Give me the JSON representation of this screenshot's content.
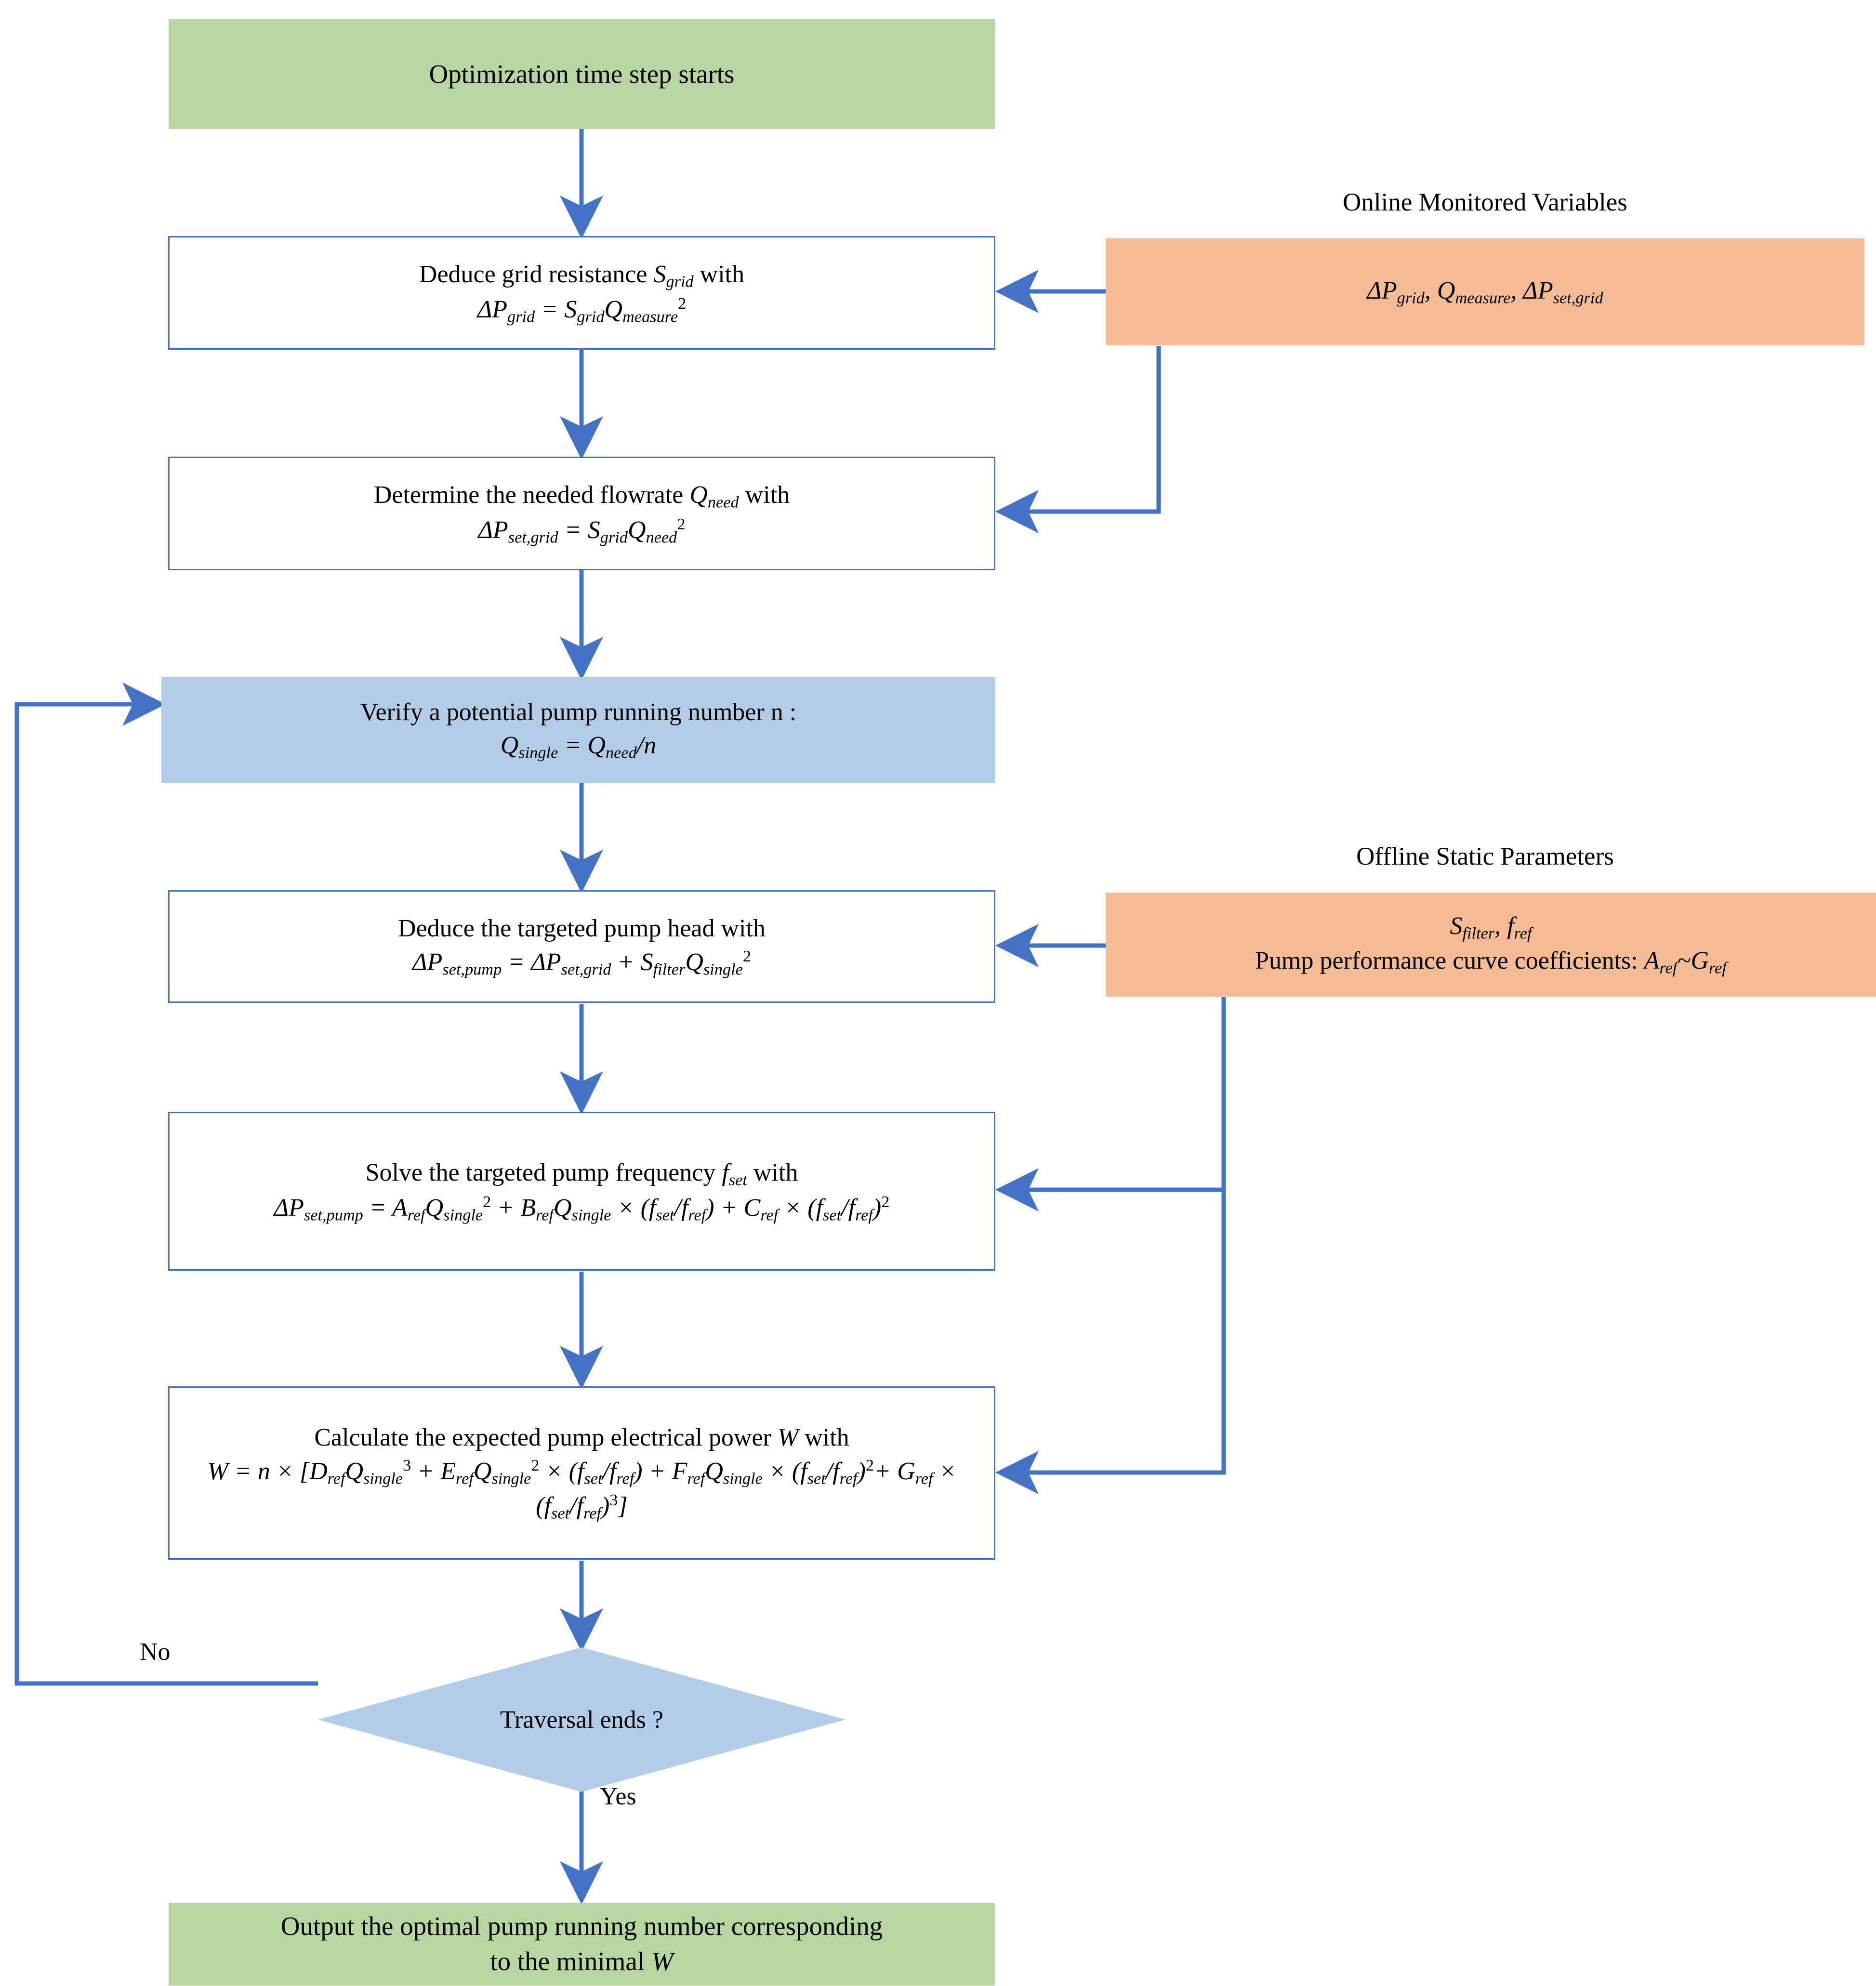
{
  "diagram": {
    "type": "flowchart",
    "title": "Pump running number optimization flowchart",
    "colors": {
      "start_end_fill": "#B7D6A2",
      "process_fill": "#FFFFFF",
      "process_border": "#4472C4",
      "loop_fill": "#B3CDE8",
      "data_fill": "#F4BC95",
      "decision_fill": "#B3CDE8",
      "connector": "#4472C4",
      "text": "#000000"
    },
    "nodes": {
      "start": {
        "id": "start",
        "shape": "terminator",
        "label": "Optimization time step starts"
      },
      "deduce_grid_resistance": {
        "id": "deduce-grid-resistance",
        "shape": "process",
        "line1_pre": "Deduce grid resistance ",
        "line1_sym": "S",
        "line1_sub": "grid",
        "line1_post": " with",
        "formula": "ΔP_grid = S_grid Q_measure^2"
      },
      "determine_flowrate": {
        "id": "determine-needed-flowrate",
        "shape": "process",
        "line1_pre": "Determine the needed flowrate ",
        "line1_sym": "Q",
        "line1_sub": "need",
        "line1_post": " with",
        "formula": "ΔP_set,grid = S_grid Q_need^2"
      },
      "verify_pump_number": {
        "id": "verify-pump-running-number",
        "shape": "process-loop",
        "line1": "Verify a potential pump running number n :",
        "formula": "Q_single = Q_need / n"
      },
      "deduce_pump_head": {
        "id": "deduce-targeted-pump-head",
        "shape": "process",
        "line1": "Deduce the targeted pump head with",
        "formula": "ΔP_set,pump = ΔP_set,grid + S_filter Q_single^2"
      },
      "solve_pump_frequency": {
        "id": "solve-targeted-pump-frequency",
        "shape": "process",
        "line1_pre": "Solve the targeted pump frequency ",
        "line1_sym": "f",
        "line1_sub": "set",
        "line1_post": " with",
        "formula": "ΔP_set,pump = A_ref Q_single^2 + B_ref Q_single × (f_set/f_ref) + C_ref × (f_set/f_ref)^2"
      },
      "calculate_power": {
        "id": "calculate-expected-pump-power",
        "shape": "process",
        "line1_pre": "Calculate the expected pump electrical power ",
        "line1_sym": "W",
        "line1_post": " with",
        "formula": "W = n × [D_ref Q_single^3 + E_ref Q_single^2 × (f_set/f_ref) + F_ref Q_single × (f_set/f_ref)^2 + G_ref × (f_set/f_ref)^3]"
      },
      "traversal_decision": {
        "id": "traversal-ends-decision",
        "shape": "decision",
        "label": "Traversal ends ?"
      },
      "output": {
        "id": "output-optimal-pump-number",
        "shape": "terminator",
        "line1": "Output the optimal pump running number corresponding",
        "line2_pre": "to the minimal ",
        "line2_sym": "W"
      },
      "online_vars": {
        "id": "online-monitored-variables",
        "shape": "data",
        "caption": "Online Monitored Variables",
        "content": "ΔP_grid, Q_measure, ΔP_set,grid"
      },
      "offline_params": {
        "id": "offline-static-parameters",
        "shape": "data",
        "caption": "Offline Static Parameters",
        "content_line1": "S_filter, f_ref",
        "content_line2": "Pump performance curve coefficients: A_ref~G_ref"
      }
    },
    "edge_labels": {
      "no": "No",
      "yes": "Yes"
    },
    "edges": [
      {
        "from": "start",
        "to": "deduce_grid_resistance",
        "label": ""
      },
      {
        "from": "deduce_grid_resistance",
        "to": "determine_flowrate",
        "label": ""
      },
      {
        "from": "determine_flowrate",
        "to": "verify_pump_number",
        "label": ""
      },
      {
        "from": "verify_pump_number",
        "to": "deduce_pump_head",
        "label": ""
      },
      {
        "from": "deduce_pump_head",
        "to": "solve_pump_frequency",
        "label": ""
      },
      {
        "from": "solve_pump_frequency",
        "to": "calculate_power",
        "label": ""
      },
      {
        "from": "calculate_power",
        "to": "traversal_decision",
        "label": ""
      },
      {
        "from": "traversal_decision",
        "to": "output",
        "label": "Yes"
      },
      {
        "from": "traversal_decision",
        "to": "verify_pump_number",
        "label": "No"
      },
      {
        "from": "online_vars",
        "to": "deduce_grid_resistance",
        "label": ""
      },
      {
        "from": "online_vars",
        "to": "determine_flowrate",
        "label": ""
      },
      {
        "from": "offline_params",
        "to": "deduce_pump_head",
        "label": ""
      },
      {
        "from": "offline_params",
        "to": "solve_pump_frequency",
        "label": ""
      },
      {
        "from": "offline_params",
        "to": "calculate_power",
        "label": ""
      }
    ]
  }
}
